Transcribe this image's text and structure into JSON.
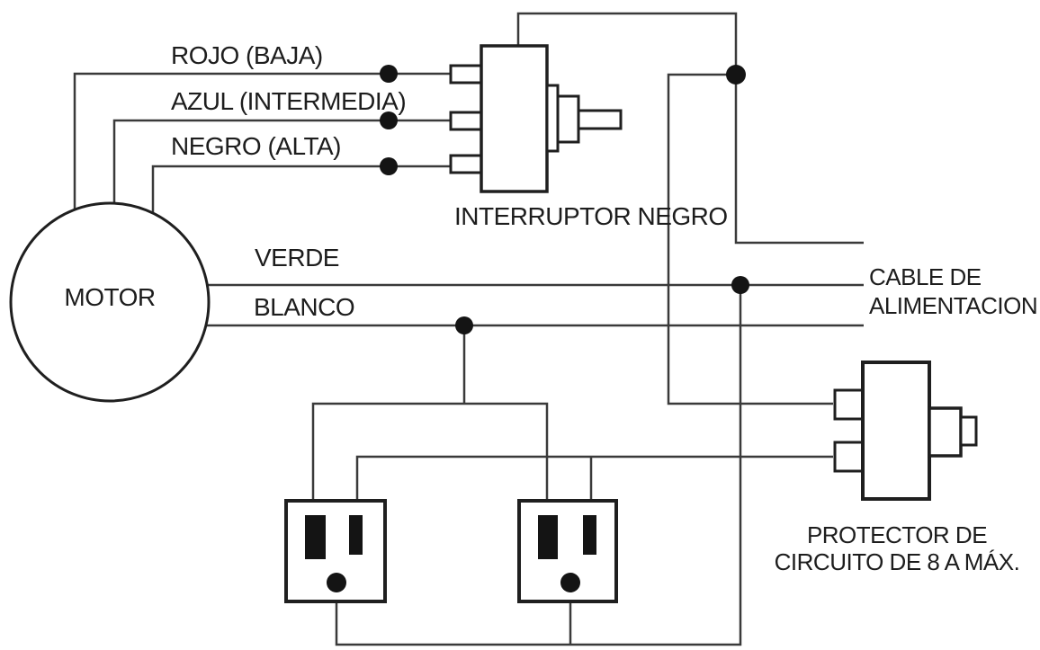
{
  "diagram": {
    "motor": {
      "label": "MOTOR"
    },
    "speed_wires": [
      {
        "label": "ROJO (BAJA)",
        "color_meaning": "red / low speed"
      },
      {
        "label": "AZUL (INTERMEDIA)",
        "color_meaning": "blue / intermediate speed"
      },
      {
        "label": "NEGRO (ALTA)",
        "color_meaning": "black / high speed"
      }
    ],
    "other_wires": [
      {
        "label": "VERDE"
      },
      {
        "label": "BLANCO"
      }
    ],
    "switch": {
      "label": "INTERRUPTOR NEGRO"
    },
    "power_cable": {
      "line1": "CABLE DE",
      "line2": "ALIMENTACION"
    },
    "protector": {
      "line1": "PROTECTOR DE",
      "line2": "CIRCUITO DE 8 A MÁX."
    },
    "colors": {
      "background": "#ffffff",
      "wire": "#3a3a3a",
      "component_outline": "#1f1f1f",
      "solid_fill": "#141414",
      "text": "#1d1d1d"
    }
  }
}
